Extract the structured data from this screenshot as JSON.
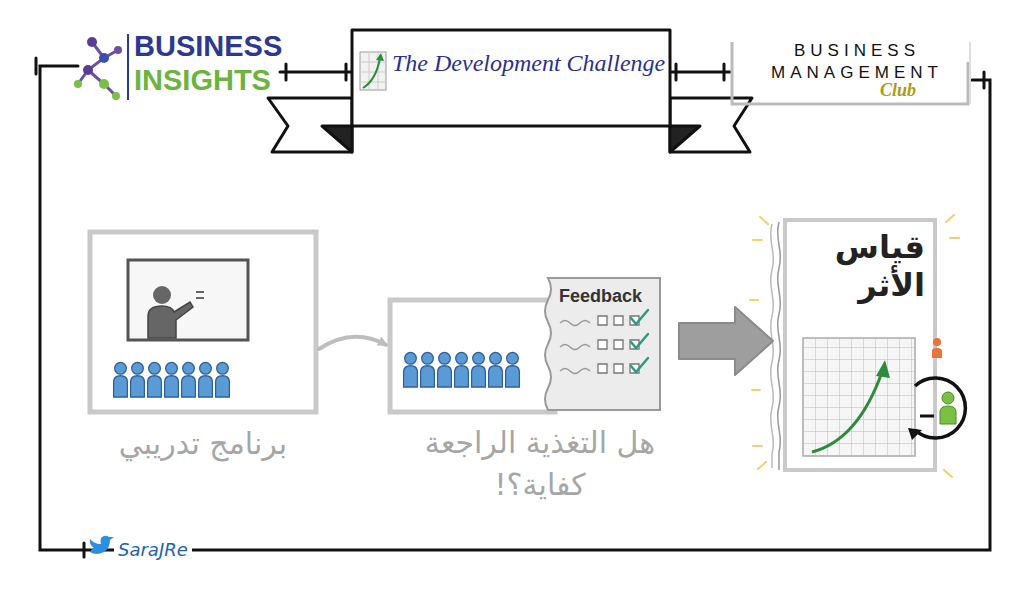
{
  "diagram": {
    "title": "The Development Challenge",
    "nodes": [
      {
        "text": [
          "برنامج تدريبي"
        ]
      },
      {
        "text": [
          "هل التغذية الراجعة كفاية؟!"
        ]
      },
      {
        "text": [
          "Feedback"
        ],
        "in": 1
      },
      {
        "text": [
          "قياس الأثر"
        ]
      }
    ],
    "edges": [
      {
        "from": 0,
        "to": 1,
        "arrow": "to"
      },
      {
        "from": 1,
        "to": 3,
        "arrow": "to"
      }
    ],
    "labels": [
      "BUSINESS",
      "INSIGHTS",
      "BUSINESS MANAGEMENT",
      "Club",
      "SaraJRe"
    ]
  }
}
